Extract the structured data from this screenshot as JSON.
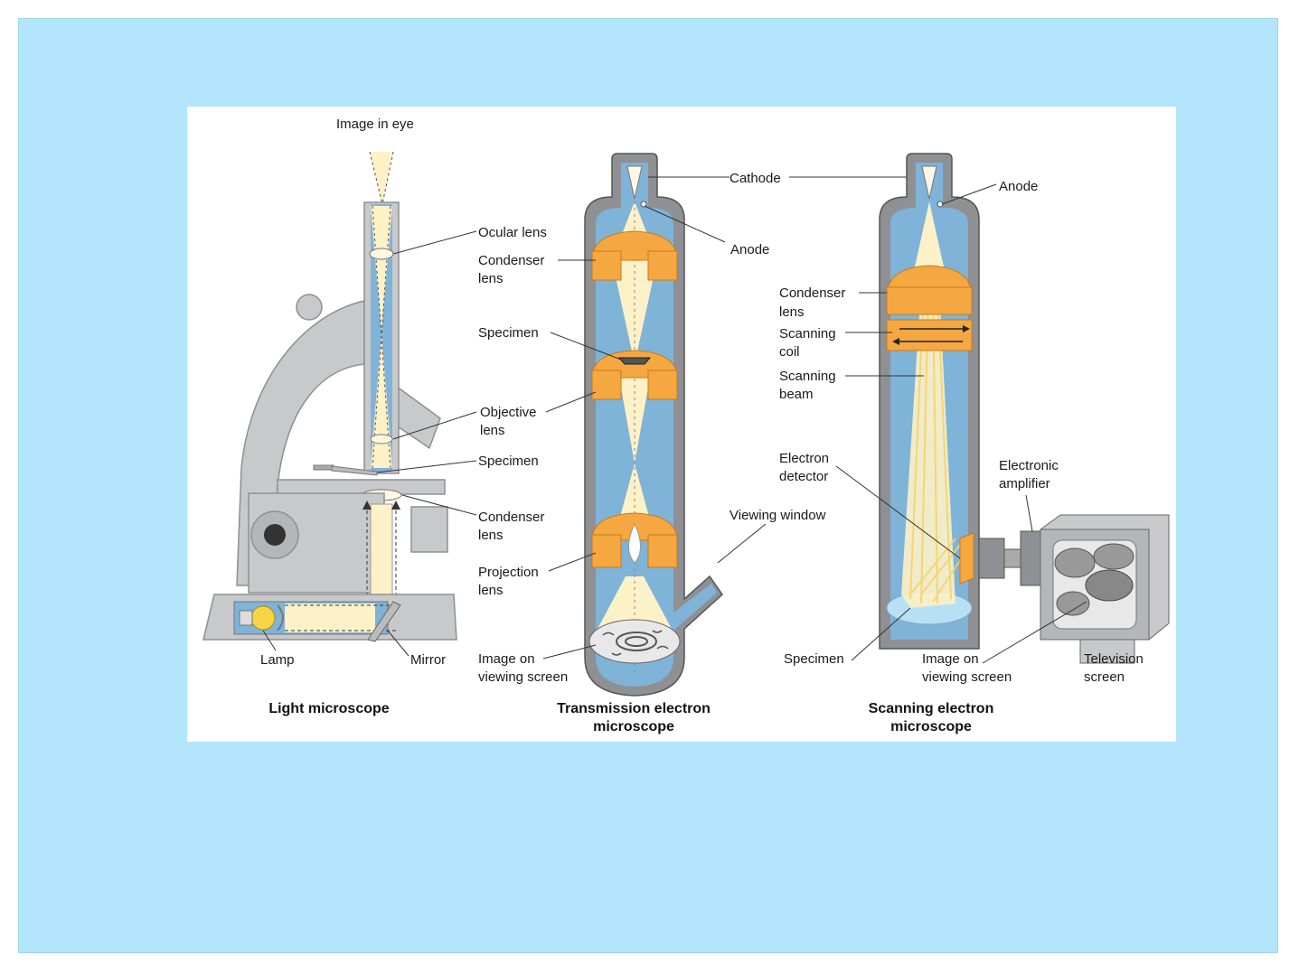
{
  "colors": {
    "background": "#b3e5fc",
    "column_gray": "#8f9094",
    "column_blue": "#7fb3d8",
    "lens_orange": "#f5a742",
    "beam": "#fdf1c7",
    "microscope_gray": "#c8c9cb"
  },
  "light": {
    "image_in_eye": "Image in eye",
    "ocular_lens": "Ocular lens",
    "objective_lens_1": "Objective",
    "objective_lens_2": "lens",
    "specimen": "Specimen",
    "condenser_lens_1": "Condenser",
    "condenser_lens_2": "lens",
    "lamp": "Lamp",
    "mirror": "Mirror",
    "caption": "Light microscope"
  },
  "tem": {
    "cathode": "Cathode",
    "anode": "Anode",
    "condenser_lens_1": "Condenser",
    "condenser_lens_2": "lens",
    "specimen": "Specimen",
    "viewing_window": "Viewing window",
    "projection_lens_1": "Projection",
    "projection_lens_2": "lens",
    "image_screen_1": "Image on",
    "image_screen_2": "viewing screen",
    "caption_1": "Transmission electron",
    "caption_2": "microscope"
  },
  "sem": {
    "anode": "Anode",
    "condenser_lens_1": "Condenser",
    "condenser_lens_2": "lens",
    "scanning_coil_1": "Scanning",
    "scanning_coil_2": "coil",
    "scanning_beam_1": "Scanning",
    "scanning_beam_2": "beam",
    "electron_detector_1": "Electron",
    "electron_detector_2": "detector",
    "electronic_amplifier_1": "Electronic",
    "electronic_amplifier_2": "amplifier",
    "specimen": "Specimen",
    "image_screen_1": "Image on",
    "image_screen_2": "viewing screen",
    "television_screen_1": "Television",
    "television_screen_2": "screen",
    "caption_1": "Scanning electron",
    "caption_2": "microscope"
  }
}
